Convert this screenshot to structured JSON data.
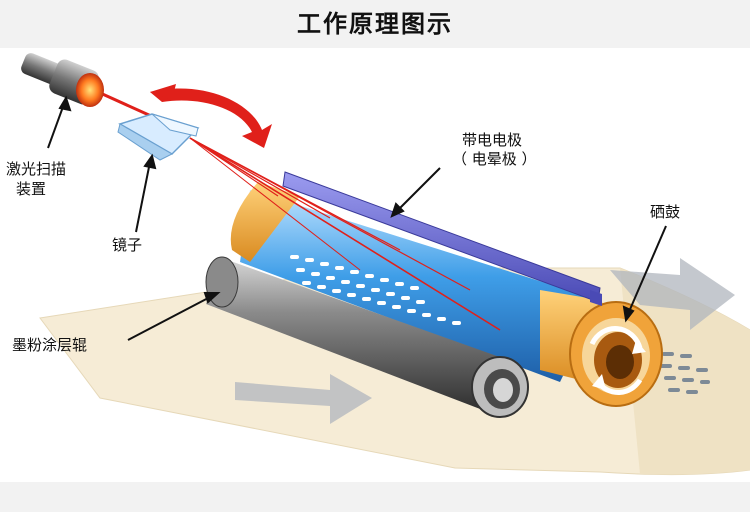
{
  "header": {
    "title": "工作原理图示"
  },
  "labels": {
    "laser_line1": "激光扫描",
    "laser_line2": "装置",
    "mirror": "镜子",
    "charge_line1": "带电电极",
    "charge_line2": "（ 电晕极 ）",
    "drum": "硒鼓",
    "toner": "墨粉涂层辊"
  },
  "colors": {
    "laser": "#e0201a",
    "drum_body": "#2f8ee0",
    "drum_end": "#f0a33a",
    "electrode": "#6f6fd0",
    "toner_roller": "#666666",
    "paper": "#f6ecd6",
    "arrow": "#b0b6bd"
  }
}
